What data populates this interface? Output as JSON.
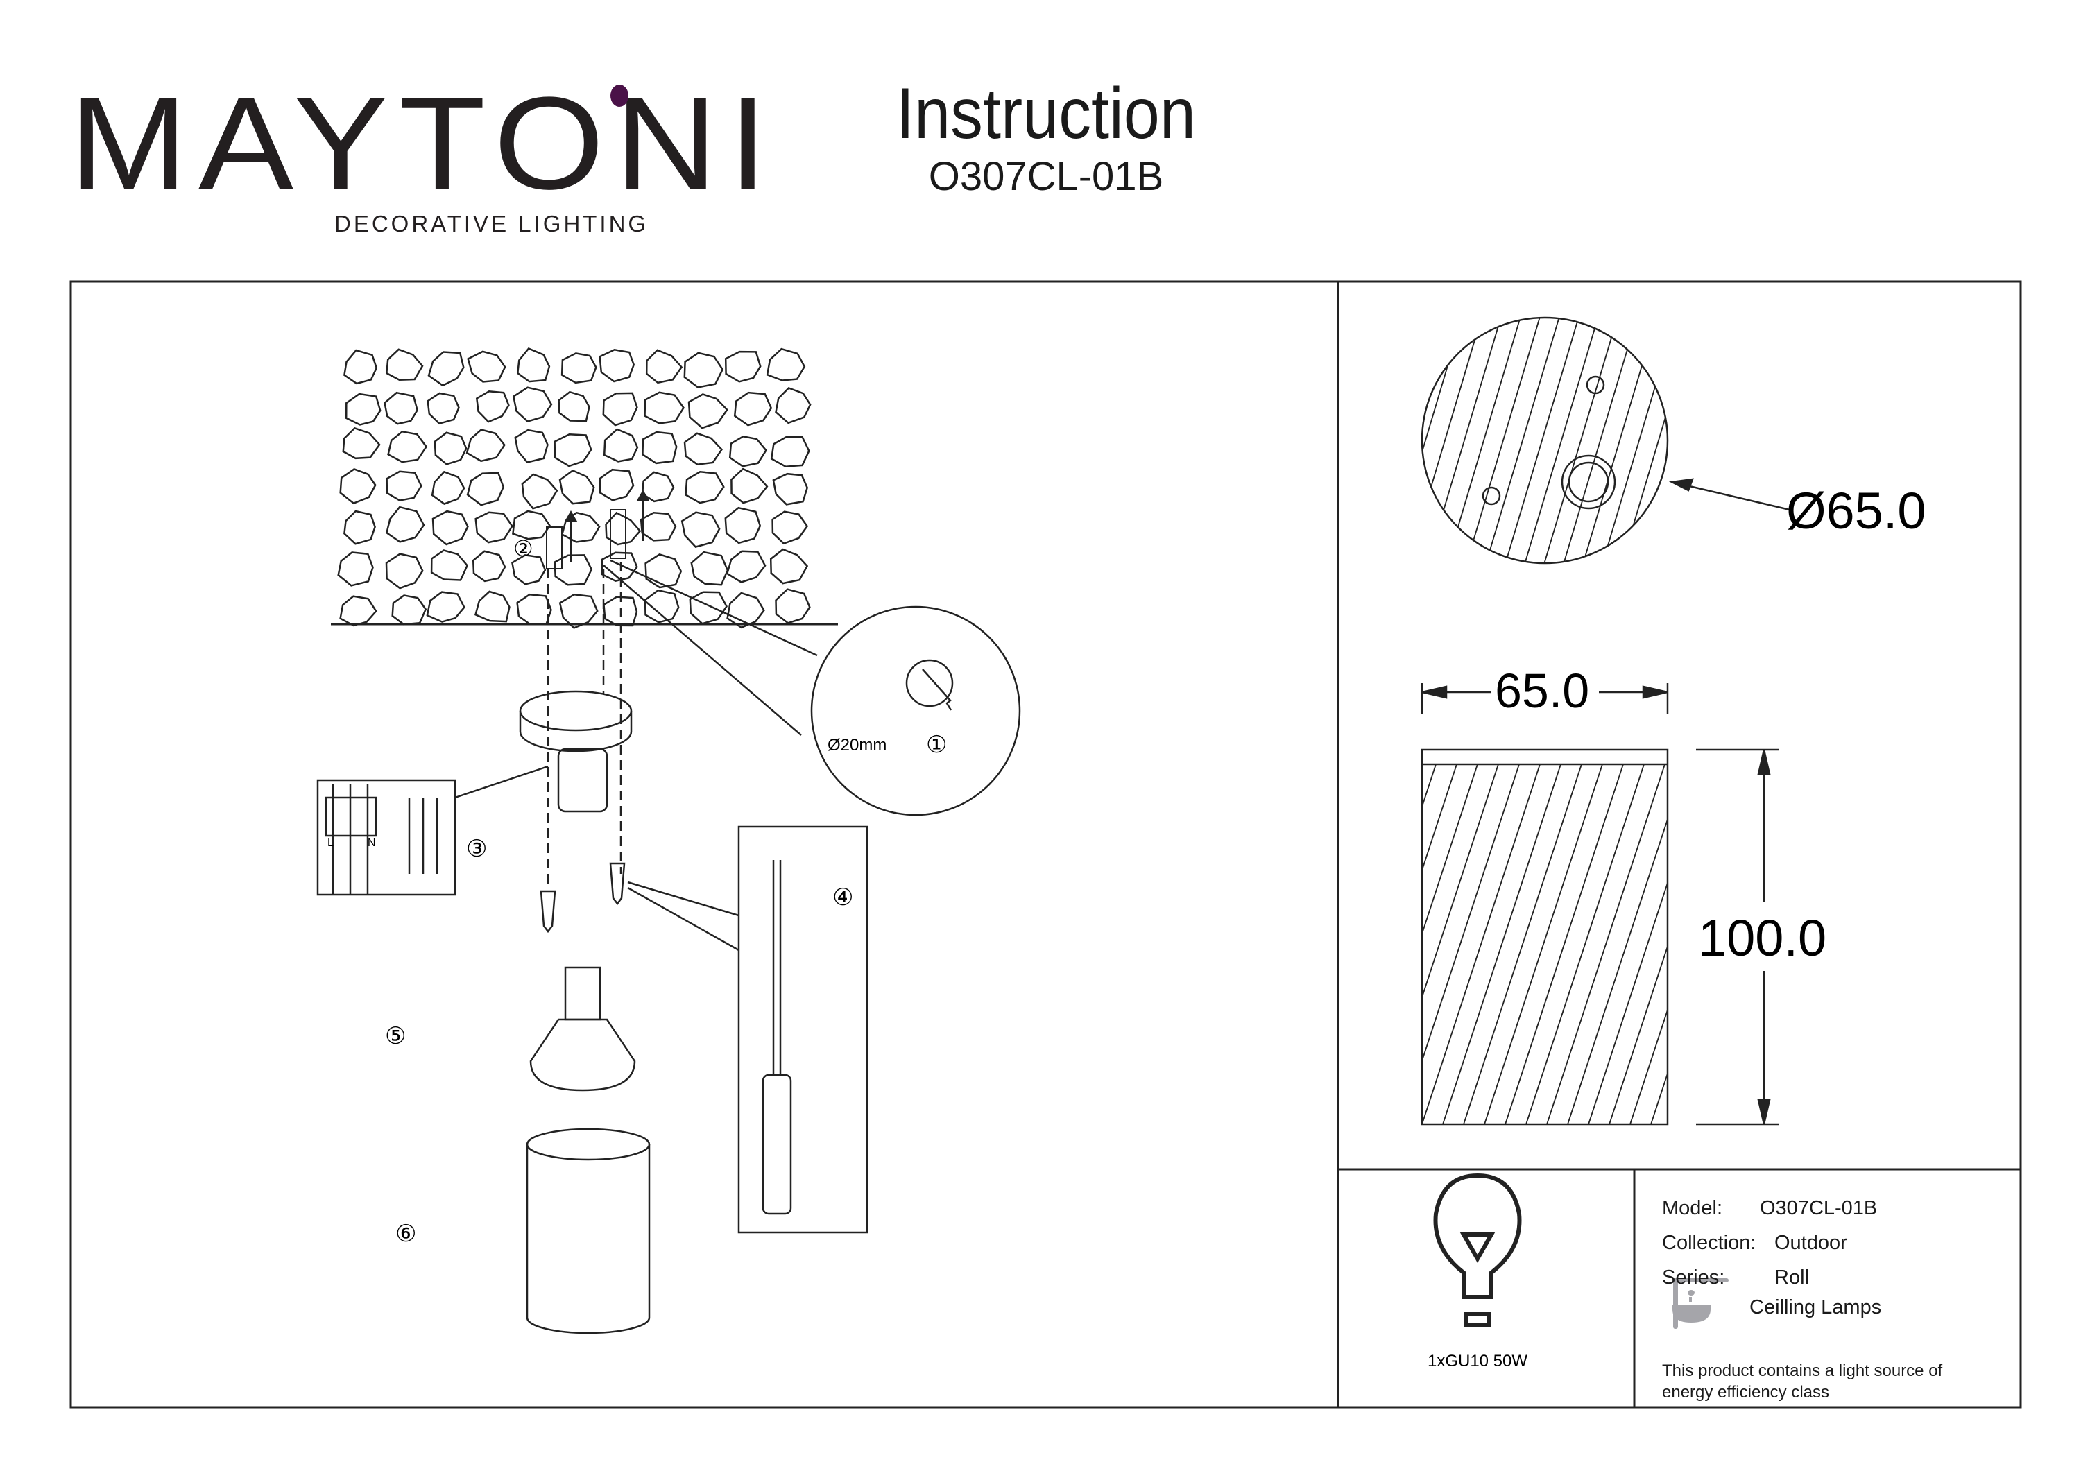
{
  "header": {
    "brand": "MAYTONI",
    "brand_tagline": "DECORATIVE LIGHTING",
    "title": "Instruction",
    "model_code": "O307CL-01B",
    "accent_color": "#4a1248"
  },
  "assembly": {
    "steps": [
      "①",
      "②",
      "③",
      "④",
      "⑤",
      "⑥"
    ],
    "hole_diameter": "Ø20mm",
    "terminal_labels": [
      "L",
      "N"
    ]
  },
  "dimensions": {
    "diameter": "Ø65.0",
    "width": "65.0",
    "height": "100.0"
  },
  "lamp": {
    "icon": "light-bulb-icon",
    "spec": "1xGU10 50W"
  },
  "info": {
    "model_label": "Model:",
    "model_value": "O307CL-01B",
    "collection_label": "Collection:",
    "collection_value": "Outdoor",
    "series_label": "Series:",
    "series_value": "Roll",
    "category_icon": "ceiling-lamp-icon",
    "category": "Ceilling Lamps",
    "energy_note": "This product contains a light source of energy efficiency class"
  }
}
